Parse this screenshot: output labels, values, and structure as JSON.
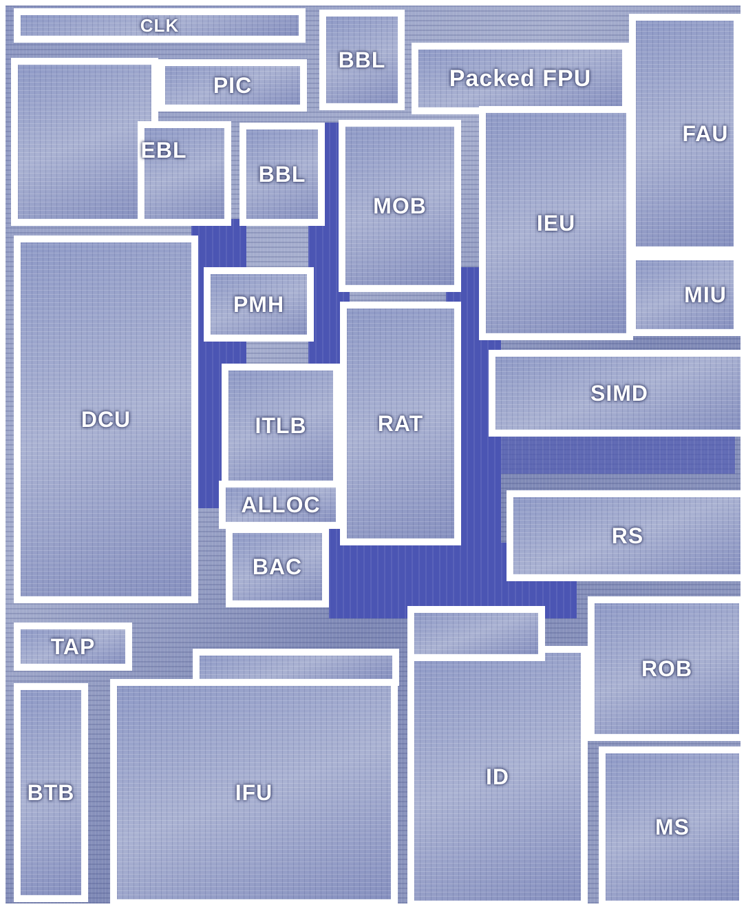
{
  "blocks": {
    "clk": "CLK",
    "pic": "PIC",
    "bbl_top": "BBL",
    "packed_fpu": "Packed FPU",
    "ebl": "EBL",
    "bbl_mid": "BBL",
    "mob": "MOB",
    "ieu": "IEU",
    "fau": "FAU",
    "miu": "MIU",
    "pmh": "PMH",
    "dcu": "DCU",
    "itlb": "ITLB",
    "rat": "RAT",
    "simd": "SIMD",
    "alloc": "ALLOC",
    "bac": "BAC",
    "rs": "RS",
    "tap": "TAP",
    "btb": "BTB",
    "ifu": "IFU",
    "id": "ID",
    "rob": "ROB",
    "ms": "MS"
  }
}
